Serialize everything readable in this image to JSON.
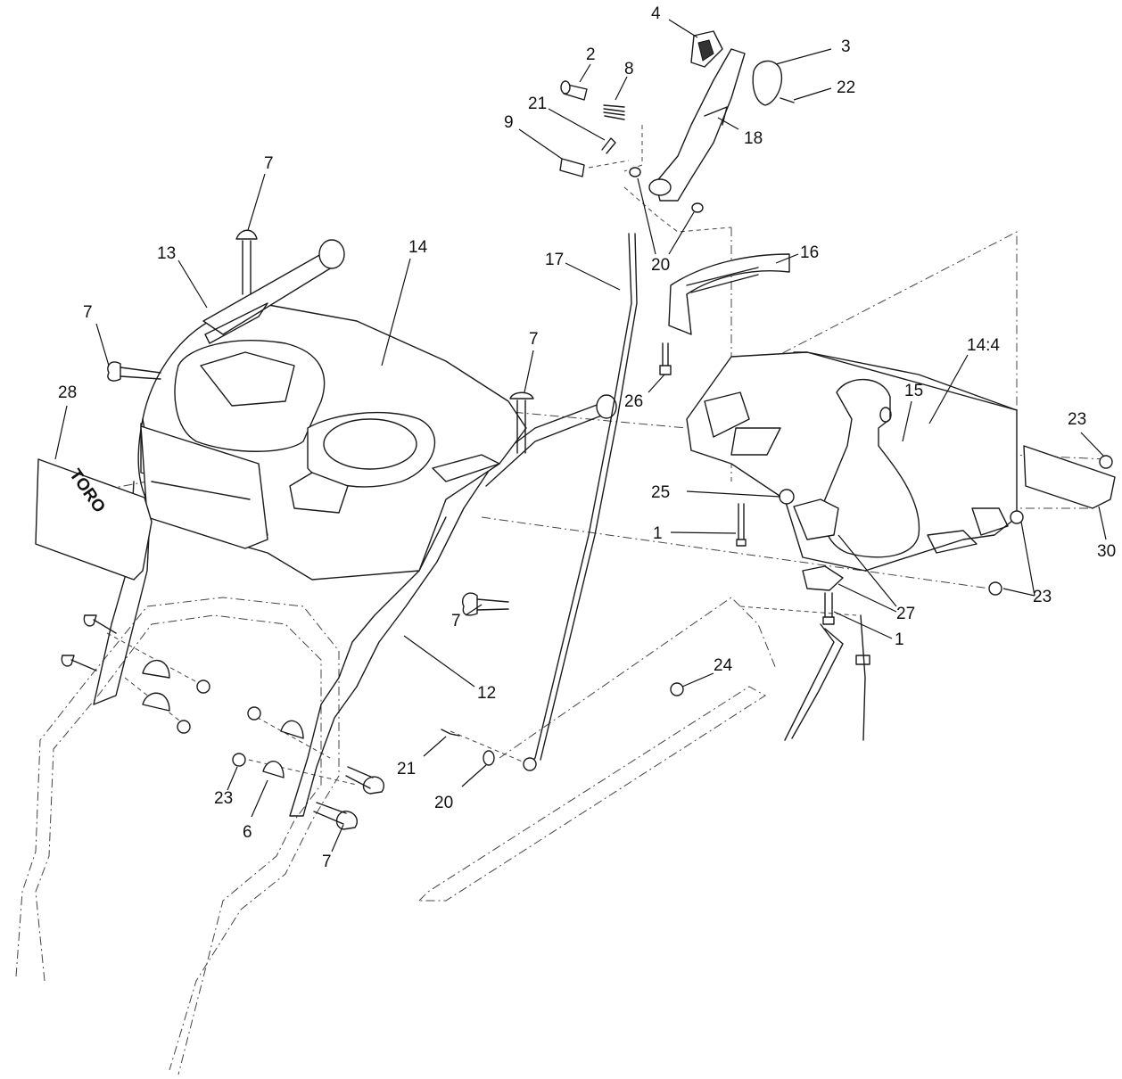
{
  "callouts": [
    {
      "text": "4"
    },
    {
      "text": "3"
    },
    {
      "text": "2"
    },
    {
      "text": "8"
    },
    {
      "text": "22"
    },
    {
      "text": "21"
    },
    {
      "text": "9"
    },
    {
      "text": "18"
    },
    {
      "text": "7"
    },
    {
      "text": "13"
    },
    {
      "text": "14"
    },
    {
      "text": "17"
    },
    {
      "text": "16"
    },
    {
      "text": "20"
    },
    {
      "text": "7"
    },
    {
      "text": "7"
    },
    {
      "text": "14:4"
    },
    {
      "text": "26"
    },
    {
      "text": "15"
    },
    {
      "text": "28"
    },
    {
      "text": "23"
    },
    {
      "text": "25"
    },
    {
      "text": "1"
    },
    {
      "text": "30"
    },
    {
      "text": "7"
    },
    {
      "text": "27"
    },
    {
      "text": "23"
    },
    {
      "text": "1"
    },
    {
      "text": "12"
    },
    {
      "text": "24"
    },
    {
      "text": "21"
    },
    {
      "text": "23"
    },
    {
      "text": "20"
    },
    {
      "text": "6"
    },
    {
      "text": "7"
    }
  ],
  "decal_text": "TORO"
}
